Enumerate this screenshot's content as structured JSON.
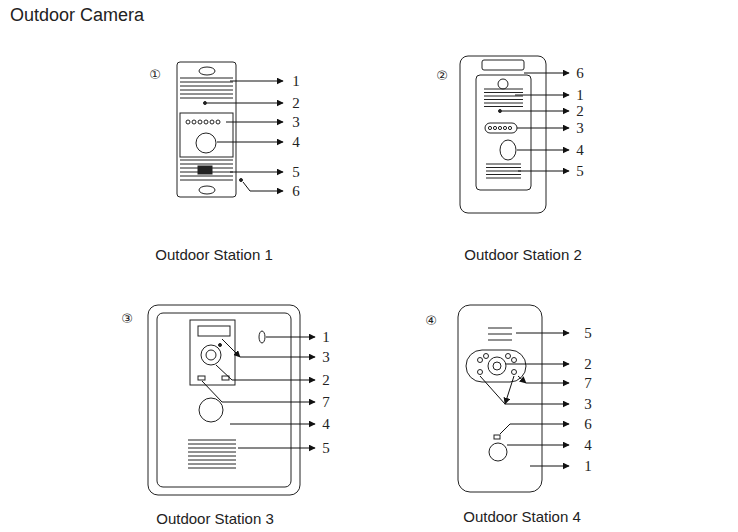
{
  "diagram": {
    "title": "Outdoor Camera",
    "labels": [
      "①",
      "1",
      "2",
      "3",
      "4",
      "5",
      "6",
      "Outdoor Station 1",
      "②",
      "6",
      "1",
      "2",
      "3",
      "4",
      "5",
      "Outdoor Station 2",
      "③",
      "1",
      "3",
      "2",
      "7",
      "4",
      "5",
      "Outdoor Station 3",
      "④",
      "5",
      "2",
      "7",
      "3",
      "6",
      "4",
      "1",
      "Outdoor Station 4"
    ]
  }
}
